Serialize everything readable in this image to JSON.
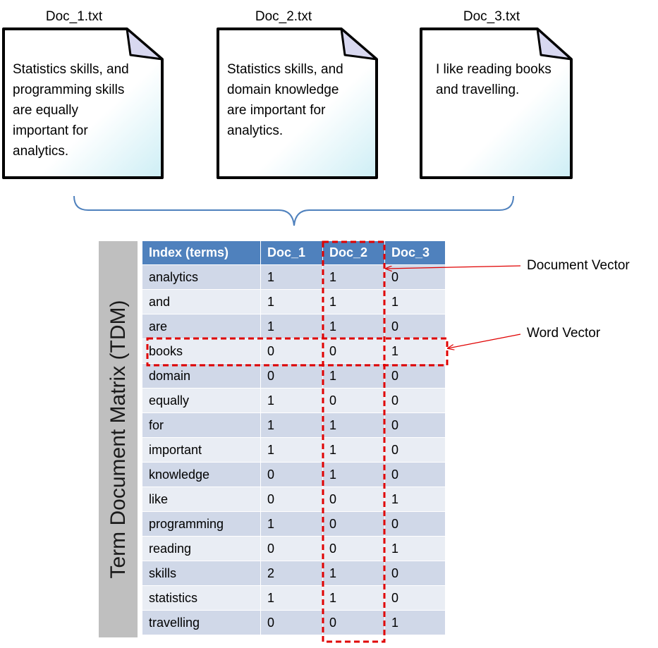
{
  "documents": [
    {
      "filename": "Doc_1.txt",
      "lines": [
        "Statistics skills, and",
        "programming skills",
        "are equally",
        "important for",
        "analytics."
      ]
    },
    {
      "filename": "Doc_2.txt",
      "lines": [
        "Statistics skills, and",
        "domain knowledge",
        "are important for",
        "analytics."
      ]
    },
    {
      "filename": "Doc_3.txt",
      "lines": [
        "I like reading books",
        "and travelling."
      ]
    }
  ],
  "tdm": {
    "label": "Term Document Matrix (TDM)",
    "headers": [
      "Index (terms)",
      "Doc_1",
      "Doc_2",
      "Doc_3"
    ],
    "rows": [
      [
        "analytics",
        "1",
        "1",
        "0"
      ],
      [
        "and",
        "1",
        "1",
        "1"
      ],
      [
        "are",
        "1",
        "1",
        "0"
      ],
      [
        "books",
        "0",
        "0",
        "1"
      ],
      [
        "domain",
        "0",
        "1",
        "0"
      ],
      [
        "equally",
        "1",
        "0",
        "0"
      ],
      [
        "for",
        "1",
        "1",
        "0"
      ],
      [
        "important",
        "1",
        "1",
        "0"
      ],
      [
        "knowledge",
        "0",
        "1",
        "0"
      ],
      [
        "like",
        "0",
        "0",
        "1"
      ],
      [
        "programming",
        "1",
        "0",
        "0"
      ],
      [
        "reading",
        "0",
        "0",
        "1"
      ],
      [
        "skills",
        "2",
        "1",
        "0"
      ],
      [
        "statistics",
        "1",
        "1",
        "0"
      ],
      [
        "travelling",
        "0",
        "0",
        "1"
      ]
    ]
  },
  "annotations": {
    "document_vector": "Document Vector",
    "word_vector": "Word Vector"
  },
  "colors": {
    "header_bg": "#4f81bd",
    "row_odd": "#d0d8e8",
    "row_even": "#e9edf4",
    "highlight": "#e00000",
    "label_bg": "#bfbfbf",
    "brace": "#4f81bd"
  }
}
